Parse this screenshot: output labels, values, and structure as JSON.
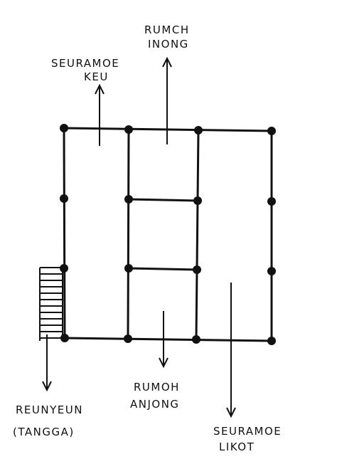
{
  "labels": {
    "rumoh_inong": [
      "RUMCH",
      "INONG"
    ],
    "seuramoe_keu": [
      "SEURAMOE",
      "KEU"
    ],
    "reunyeun": [
      "REUNYEUN",
      "(TANGGA)"
    ],
    "rumoh_anjong": [
      "RUMOH",
      "ANJONG"
    ],
    "seuramoe_likot": [
      "SEURAMOE",
      "LIKOT"
    ]
  }
}
